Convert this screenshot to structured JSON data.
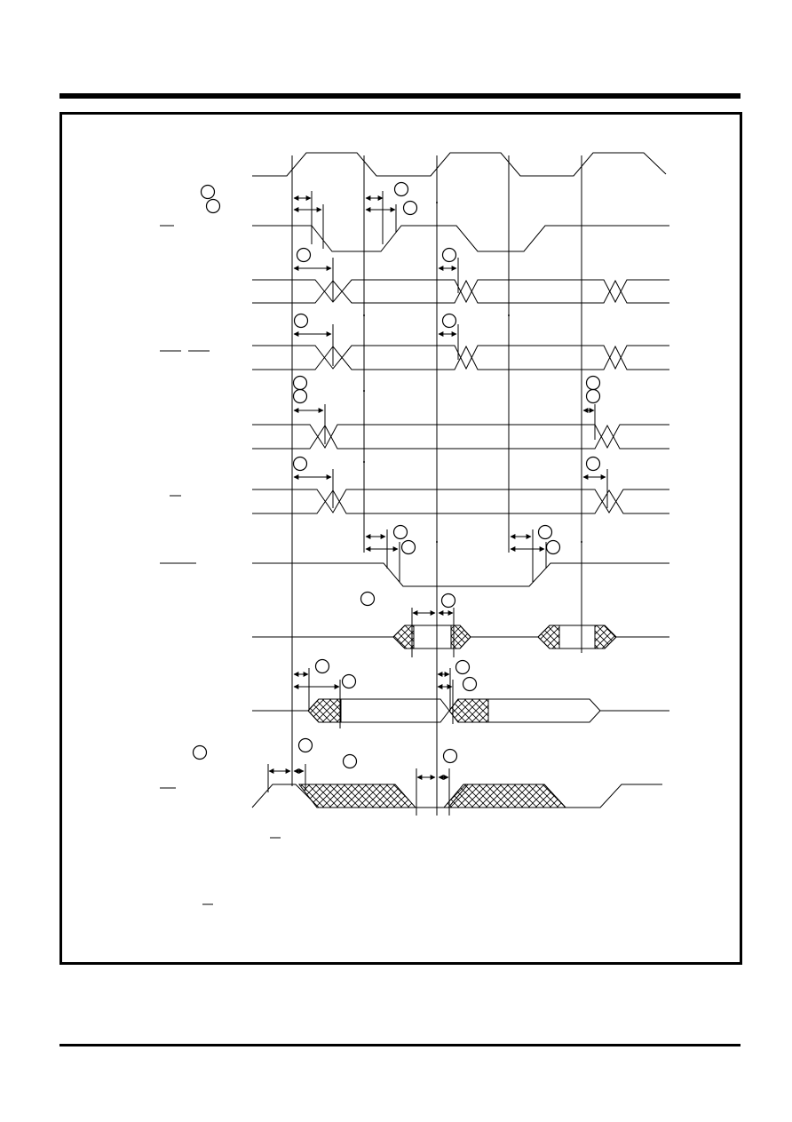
{
  "page": {
    "header_rule": "thick-rule",
    "footer_rule": "thin-rule"
  },
  "diagram": {
    "type": "timing-diagram",
    "signal_count": 10,
    "colors": {
      "stroke": "#000000",
      "background": "#ffffff"
    },
    "marker_icon": "circle-callout-icon",
    "hatch_pattern": "cross-hatch"
  }
}
